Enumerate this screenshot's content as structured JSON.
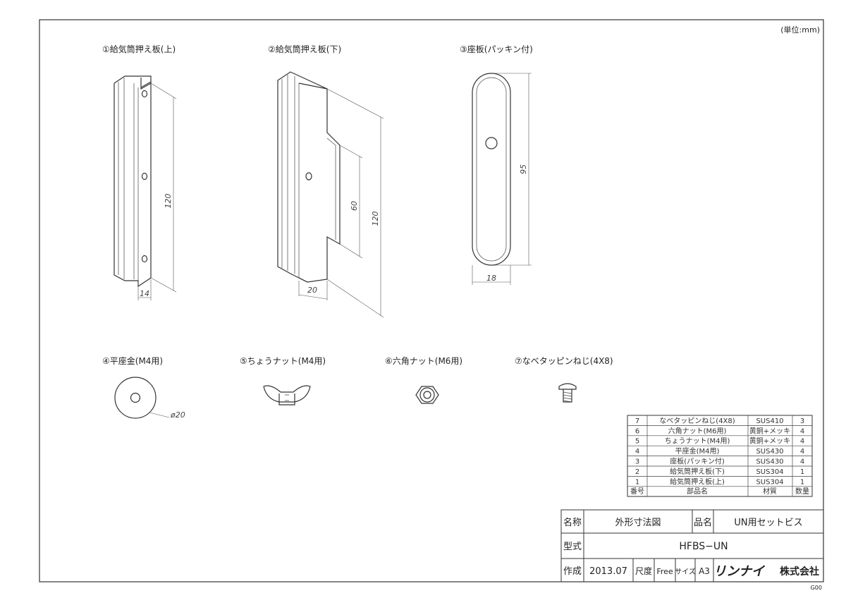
{
  "unit_note": "(単位:mm)",
  "parts": [
    {
      "label": "①給気筒押え板(上)",
      "dim_height": "120",
      "dim_width": "14"
    },
    {
      "label": "②給気筒押え板(下)",
      "dim_height": "120",
      "dim_inner": "60",
      "dim_width": "20"
    },
    {
      "label": "③座板(パッキン付)",
      "dim_height": "95",
      "dim_width": "18"
    },
    {
      "label": "④平座金(M4用)",
      "dim_dia": "ø20"
    },
    {
      "label": "⑤ちょうナット(M4用)"
    },
    {
      "label": "⑥六角ナット(M6用)"
    },
    {
      "label": "⑦なべタッピンねじ(4X8)"
    }
  ],
  "parts_table": {
    "rows": [
      {
        "no": "7",
        "name": "なべタッピンねじ(4X8)",
        "material": "SUS410",
        "qty": "3"
      },
      {
        "no": "6",
        "name": "六角ナット(M6用)",
        "material": "黄銅+メッキ",
        "qty": "4"
      },
      {
        "no": "5",
        "name": "ちょうナット(M4用)",
        "material": "黄銅+メッキ",
        "qty": "4"
      },
      {
        "no": "4",
        "name": "平座金(M4用)",
        "material": "SUS430",
        "qty": "4"
      },
      {
        "no": "3",
        "name": "座板(パッキン付)",
        "material": "SUS430",
        "qty": "4"
      },
      {
        "no": "2",
        "name": "給気筒押え板(下)",
        "material": "SUS304",
        "qty": "1"
      },
      {
        "no": "1",
        "name": "給気筒押え板(上)",
        "material": "SUS304",
        "qty": "1"
      }
    ],
    "headers": {
      "no": "番号",
      "name": "部品名",
      "material": "材質",
      "qty": "数量"
    }
  },
  "title_block": {
    "name_label": "名称",
    "name_value": "外形寸法図",
    "product_label": "品名",
    "product_value": "UN用セットビス",
    "model_label": "型式",
    "model_value": "HFBS−UN",
    "made_label": "作成",
    "made_value": "2013.07",
    "scale_label": "尺度",
    "scale_value": "Free",
    "size_label": "サイズ",
    "size_value": "A3",
    "company_logo": "リンナイ",
    "company_suffix": "株式会社"
  },
  "sheet_code": "G00"
}
